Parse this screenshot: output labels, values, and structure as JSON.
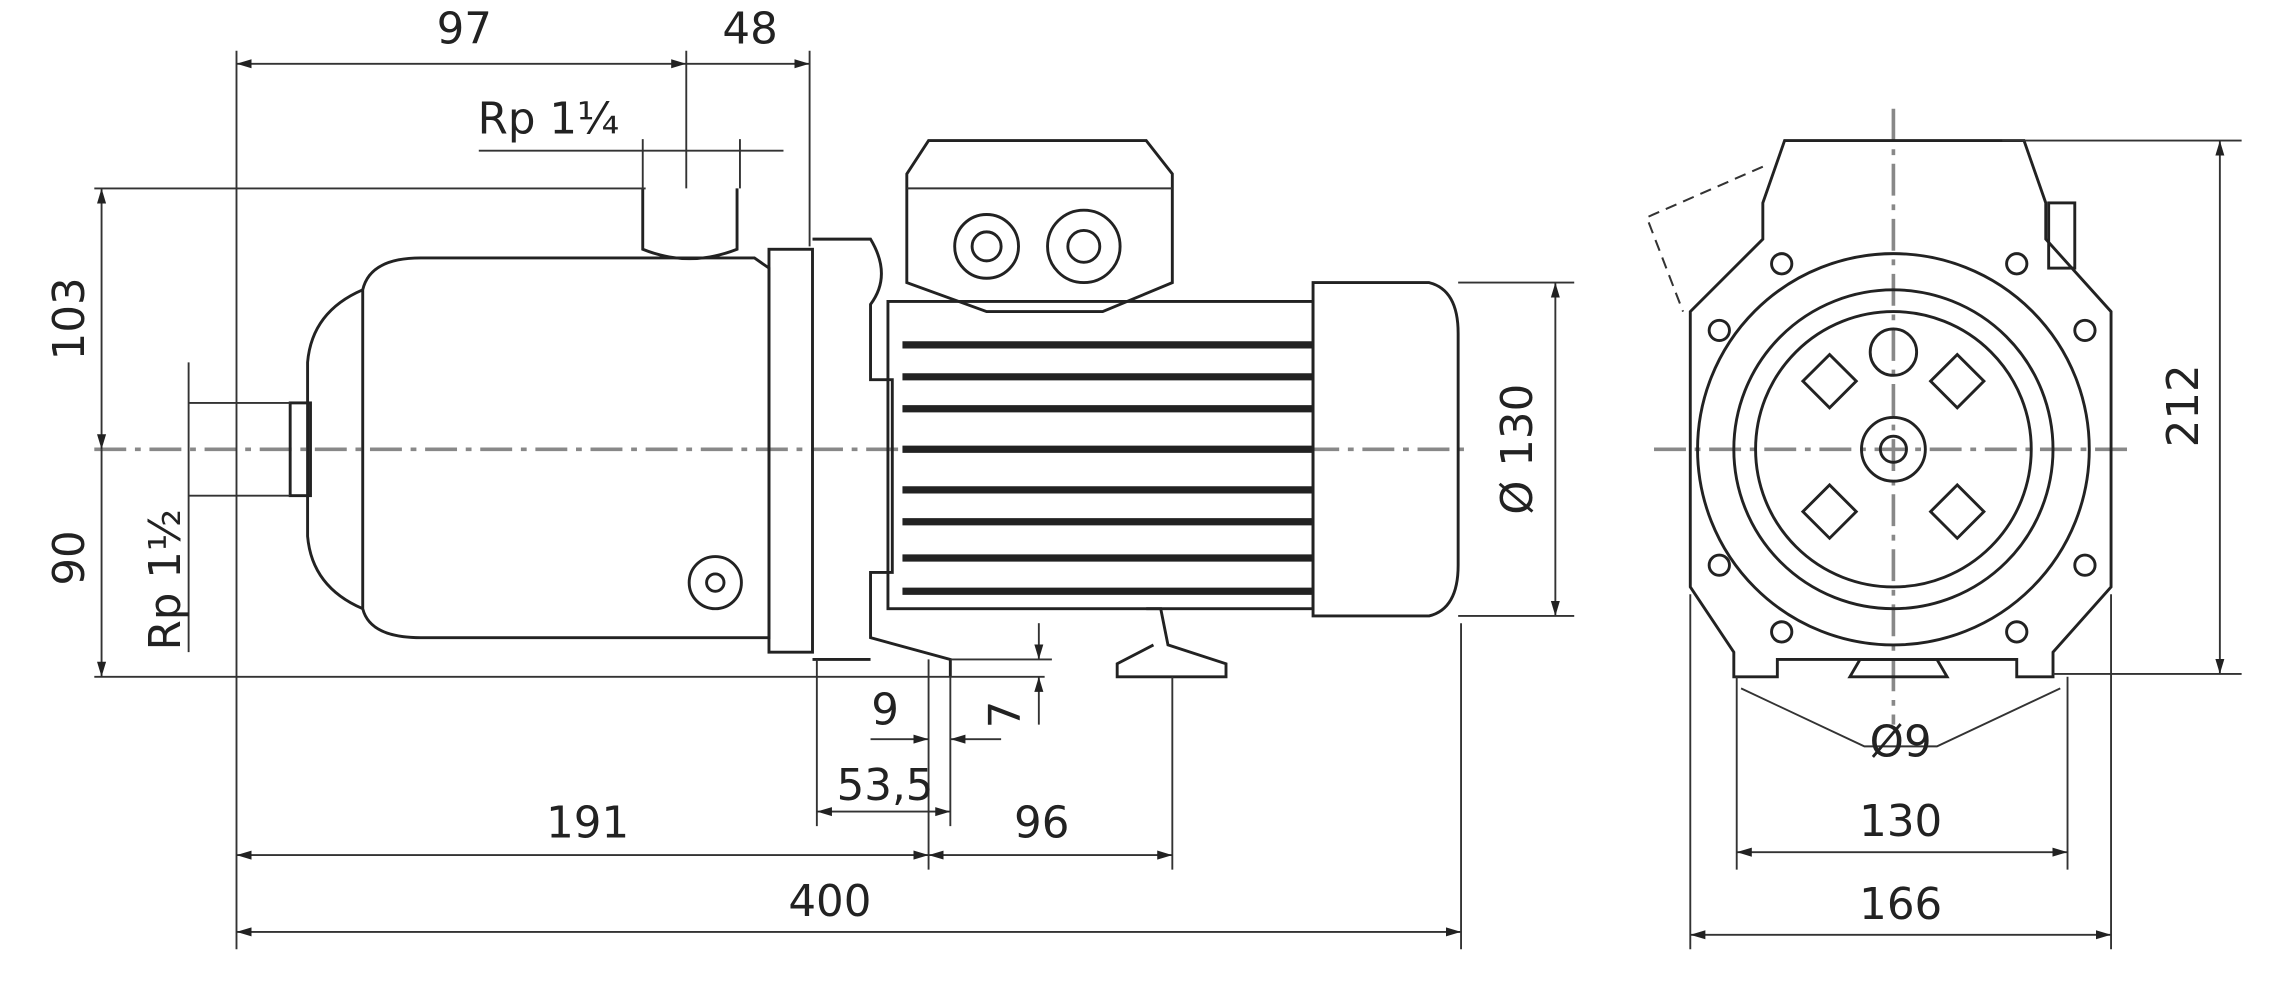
{
  "title": "Pump dimension drawing",
  "dimensions": {
    "d97": "97",
    "d48": "48",
    "outlet": "Rp 1¼",
    "d103": "103",
    "d90": "90",
    "inlet": "Rp 1½",
    "d130_dia": "Ø 130",
    "d9": "9",
    "d7": "7",
    "d53_5": "53,5",
    "d191": "191",
    "d96": "96",
    "d400": "400",
    "d212": "212",
    "hole_dia": "Ø9",
    "d130": "130",
    "d166": "166"
  }
}
